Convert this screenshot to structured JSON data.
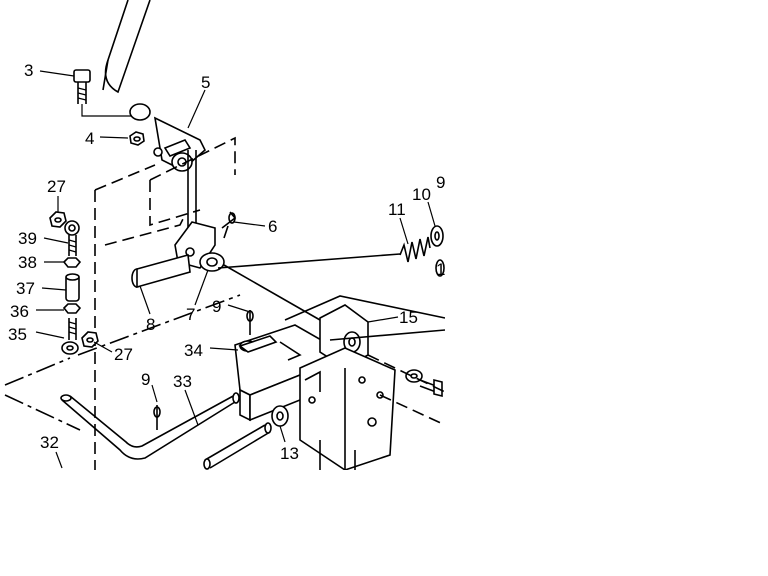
{
  "diagram": {
    "callouts": [
      "3",
      "5",
      "4",
      "27",
      "39",
      "38",
      "37",
      "36",
      "35",
      "27",
      "6",
      "7",
      "8",
      "9",
      "34",
      "9",
      "33",
      "32",
      "13",
      "11",
      "10",
      "9",
      "1",
      "15"
    ],
    "colors": {
      "ink": "#000000",
      "background": "#ffffff"
    }
  }
}
